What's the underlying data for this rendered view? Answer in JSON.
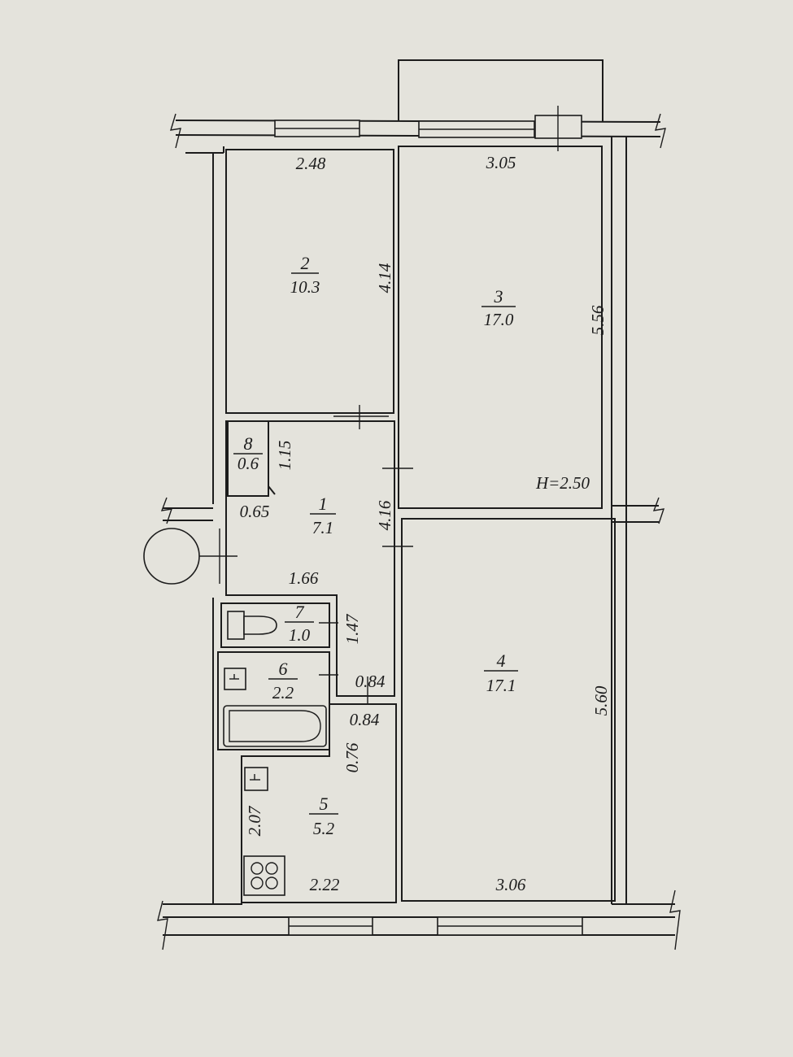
{
  "rooms": [
    {
      "id": "2",
      "number": "2",
      "area": "10.3"
    },
    {
      "id": "3",
      "number": "3",
      "area": "17.0"
    },
    {
      "id": "8",
      "number": "8",
      "area": "0.6"
    },
    {
      "id": "1",
      "number": "1",
      "area": "7.1"
    },
    {
      "id": "7",
      "number": "7",
      "area": "1.0"
    },
    {
      "id": "6",
      "number": "6",
      "area": "2.2"
    },
    {
      "id": "4",
      "number": "4",
      "area": "17.1"
    },
    {
      "id": "5",
      "number": "5",
      "area": "5.2"
    }
  ],
  "dimensions": {
    "r2_width": "2.48",
    "r2_length": "4.14",
    "r3_width": "3.05",
    "r3_length": "5.56",
    "ceiling_height": "H=2.50",
    "r8_length": "1.15",
    "r8_width": "0.65",
    "r1_length": "4.16",
    "r1_width": "1.66",
    "r7_length": "1.47",
    "r6_width": "0.84",
    "passage_width": "0.84",
    "passage_length": "0.76",
    "r4_length": "5.60",
    "r4_width": "3.06",
    "r5_length": "2.07",
    "r5_width": "2.22"
  }
}
